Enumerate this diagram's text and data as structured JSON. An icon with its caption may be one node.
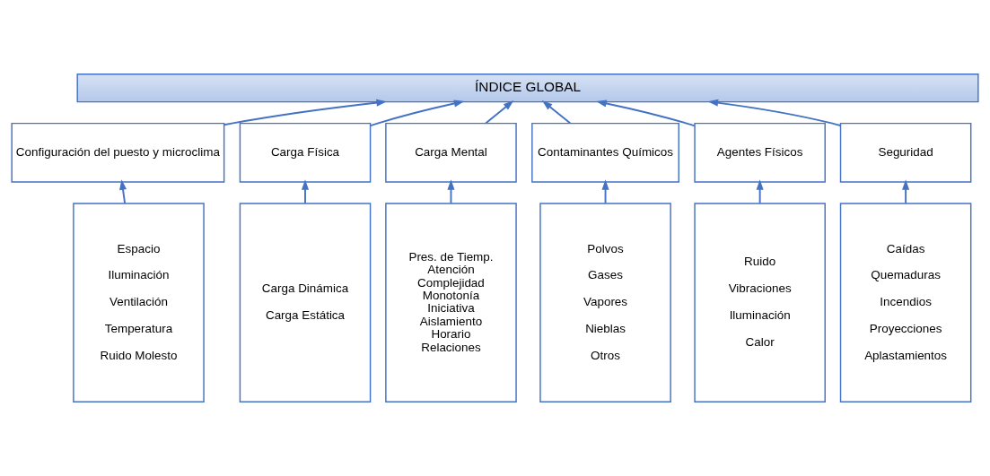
{
  "diagram": {
    "nodes": [
      {
        "text": [
          "ÍNDICE GLOBAL"
        ]
      },
      {
        "text": [
          "Configuración del puesto y microclima"
        ]
      },
      {
        "text": [
          "Carga Física"
        ]
      },
      {
        "text": [
          "Carga Mental"
        ]
      },
      {
        "text": [
          "Contaminantes Químicos"
        ]
      },
      {
        "text": [
          "Agentes Físicos"
        ]
      },
      {
        "text": [
          "Seguridad"
        ]
      },
      {
        "text": [
          "Espacio",
          "Iluminación",
          "Ventilación",
          "Temperatura",
          "Ruido Molesto"
        ]
      },
      {
        "text": [
          "Carga Dinámica",
          "Carga Estática"
        ]
      },
      {
        "text": [
          "Pres. de Tiemp.",
          "Atención",
          "Complejidad",
          "Monotonía",
          "Iniciativa",
          "Aislamiento",
          "Horario",
          "Relaciones"
        ]
      },
      {
        "text": [
          "Polvos",
          "Gases",
          "Vapores",
          "Nieblas",
          "Otros"
        ]
      },
      {
        "text": [
          "Ruido",
          "Vibraciones",
          "Iluminación",
          "Calor"
        ]
      },
      {
        "text": [
          "Caídas",
          "Quemaduras",
          "Incendios",
          "Proyecciones",
          "Aplastamientos"
        ]
      }
    ],
    "edges": [
      {
        "from": 1,
        "to": 0,
        "arrow": "to"
      },
      {
        "from": 2,
        "to": 0,
        "arrow": "to"
      },
      {
        "from": 3,
        "to": 0,
        "arrow": "to"
      },
      {
        "from": 4,
        "to": 0,
        "arrow": "to"
      },
      {
        "from": 5,
        "to": 0,
        "arrow": "to"
      },
      {
        "from": 6,
        "to": 0,
        "arrow": "to"
      },
      {
        "from": 7,
        "to": 1,
        "arrow": "to"
      },
      {
        "from": 8,
        "to": 2,
        "arrow": "to"
      },
      {
        "from": 9,
        "to": 3,
        "arrow": "to"
      },
      {
        "from": 10,
        "to": 4,
        "arrow": "to"
      },
      {
        "from": 11,
        "to": 5,
        "arrow": "to"
      },
      {
        "from": 12,
        "to": 6,
        "arrow": "to"
      }
    ]
  }
}
